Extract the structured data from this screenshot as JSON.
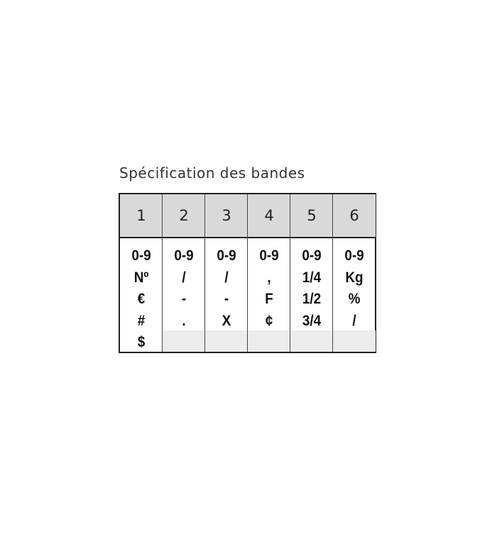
{
  "title": "Spécification des bandes",
  "columns": [
    {
      "header": "1",
      "items": [
        "0-9",
        "Nº",
        "€",
        "#",
        "$"
      ]
    },
    {
      "header": "2",
      "items": [
        "0-9",
        "/",
        "-",
        "."
      ]
    },
    {
      "header": "3",
      "items": [
        "0-9",
        "/",
        "-",
        "X"
      ]
    },
    {
      "header": "4",
      "items": [
        "0-9",
        ",",
        "F",
        "¢"
      ]
    },
    {
      "header": "5",
      "items": [
        "0-9",
        "1/4",
        "1/2",
        "3/4"
      ]
    },
    {
      "header": "6",
      "items": [
        "0-9",
        "Kg",
        "%",
        "/"
      ]
    }
  ]
}
